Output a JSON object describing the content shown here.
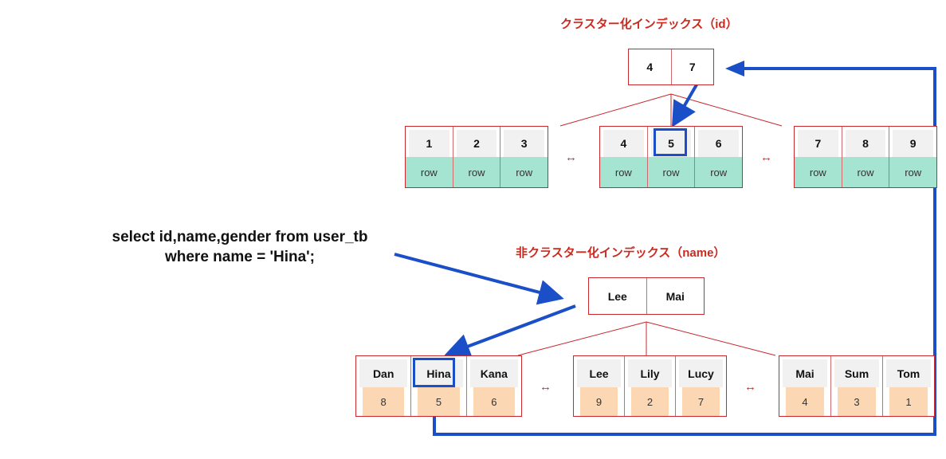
{
  "clustered": {
    "title": "クラスター化インデックス（id）",
    "root": [
      "4",
      "7"
    ],
    "leaves": [
      {
        "keys": [
          "1",
          "2",
          "3"
        ],
        "values": [
          "row",
          "row",
          "row"
        ]
      },
      {
        "keys": [
          "4",
          "5",
          "6"
        ],
        "values": [
          "row",
          "row",
          "row"
        ]
      },
      {
        "keys": [
          "7",
          "8",
          "9"
        ],
        "values": [
          "row",
          "row",
          "row"
        ]
      }
    ]
  },
  "nonclustered": {
    "title": "非クラスター化インデックス（name）",
    "root": [
      "Lee",
      "Mai"
    ],
    "leaves": [
      {
        "keys": [
          "Dan",
          "Hina",
          "Kana"
        ],
        "values": [
          "8",
          "5",
          "6"
        ]
      },
      {
        "keys": [
          "Lee",
          "Lily",
          "Lucy"
        ],
        "values": [
          "9",
          "2",
          "7"
        ]
      },
      {
        "keys": [
          "Mai",
          "Sum",
          "Tom"
        ],
        "values": [
          "4",
          "3",
          "1"
        ]
      }
    ]
  },
  "sibling_link": "↔",
  "query": {
    "line1": "select id,name,gender from user_tb",
    "line2": "where name = 'Hina';"
  },
  "colors": {
    "node_border": "#c8282e",
    "title": "#cc2a1f",
    "row_fill": "#a5e4d0",
    "pointer_fill": "#fcd7b4",
    "arrow": "#1a4fc7"
  }
}
